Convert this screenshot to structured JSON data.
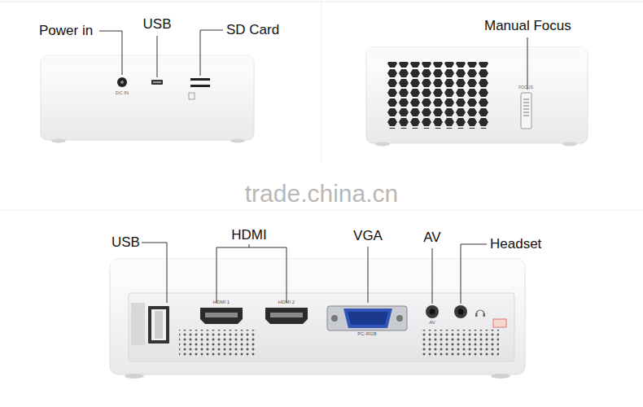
{
  "diagram": {
    "labels": [
      "Power in",
      "USB",
      "SD Card",
      "Manual Focus",
      "trade.china.cn",
      "USB",
      "HDMI",
      "VGA",
      "AV",
      "Headset",
      "DC IN",
      "FOCUS",
      "HDMI 1",
      "HDMI 2",
      "PC-RGB",
      "AV"
    ]
  }
}
